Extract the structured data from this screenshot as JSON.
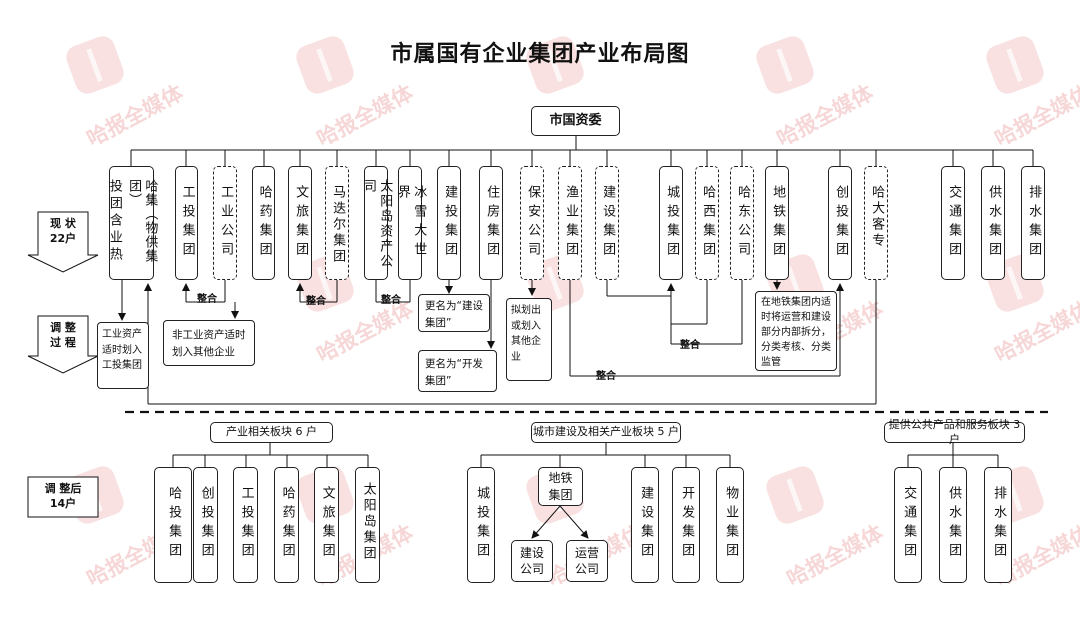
{
  "title": "市属国有企业集团产业布局图",
  "root": "市国资委",
  "watermark": "哈报全媒体",
  "stages": {
    "current": "现 状\n22户",
    "process": "调 整\n过 程",
    "after": "调 整后\n14户"
  },
  "current_orgs": [
    "哈投集团（含供热集团）",
    "工投集团",
    "工业公司",
    "哈药集团",
    "文旅集团",
    "马迭尔集团",
    "太阳岛资产公司",
    "冰雪大世界",
    "建投集团",
    "住房集团",
    "保安公司",
    "渔业集团",
    "建设集团",
    "城投集团",
    "哈西集团",
    "哈东公司",
    "地铁集团",
    "创投集团",
    "哈大客专",
    "交通集团",
    "供水集团",
    "排水集团"
  ],
  "hajt_part1": "哈集（物供集团）",
  "hajt_part2": "投团含业热",
  "merge_label": "整合",
  "notes": {
    "industrial_to_hajt": "工业资产适时划入工投集团",
    "non_industrial": "非工业资产适时划入其他企业",
    "rename_jiantou": "更名为“建设集团”",
    "rename_zhufang": "更名为“开发集团”",
    "transfer_out": "拟划出或划入其他企业",
    "metro_split": "在地铁集团内适时将运营和建设部分内部拆分，分类考核、分类监管"
  },
  "sectors": [
    {
      "name": "产业相关板块 6 户",
      "members": [
        "哈投集团",
        "创投集团",
        "工投集团",
        "哈药集团",
        "文旅集团",
        "太阳岛集团"
      ]
    },
    {
      "name": "城市建设及相关产业板块 5 户",
      "members": [
        "城投集团",
        "地铁集团",
        "建设集团",
        "开发集团",
        "物业集团"
      ],
      "subs": [
        "建设公司",
        "运营公司"
      ]
    },
    {
      "name": "提供公共产品和服务板块 3 户",
      "members": [
        "交通集团",
        "供水集团",
        "排水集团"
      ]
    }
  ]
}
